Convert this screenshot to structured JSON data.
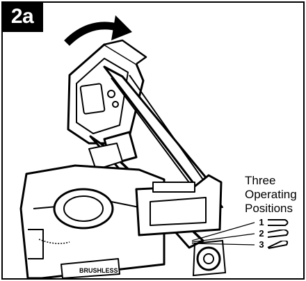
{
  "step_badge": "2a",
  "callout": {
    "line1": "Three",
    "line2": "Operating",
    "line3": "Positions"
  },
  "positions": [
    {
      "number": "1",
      "icon": "position-1-icon"
    },
    {
      "number": "2",
      "icon": "position-2-icon"
    },
    {
      "number": "3",
      "icon": "position-3-icon"
    }
  ],
  "labels": {
    "brand_text": "BRUSHLESS"
  },
  "icons": [
    "rotate-arrow-icon"
  ],
  "colors": {
    "ink": "#000000",
    "paper": "#ffffff"
  }
}
